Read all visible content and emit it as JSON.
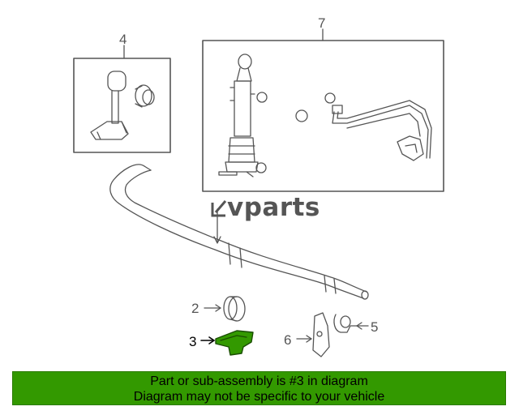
{
  "callouts": {
    "part_2": "2",
    "part_3": "3",
    "part_4": "4",
    "part_5": "5",
    "part_6": "6",
    "part_7": "7"
  },
  "watermark": {
    "text": "vparts"
  },
  "banner": {
    "line1": "Part or sub-assembly is #3 in diagram",
    "line2": "Diagram may not be specific to your vehicle"
  },
  "colors": {
    "highlight": "#339900",
    "line": "#555555"
  }
}
